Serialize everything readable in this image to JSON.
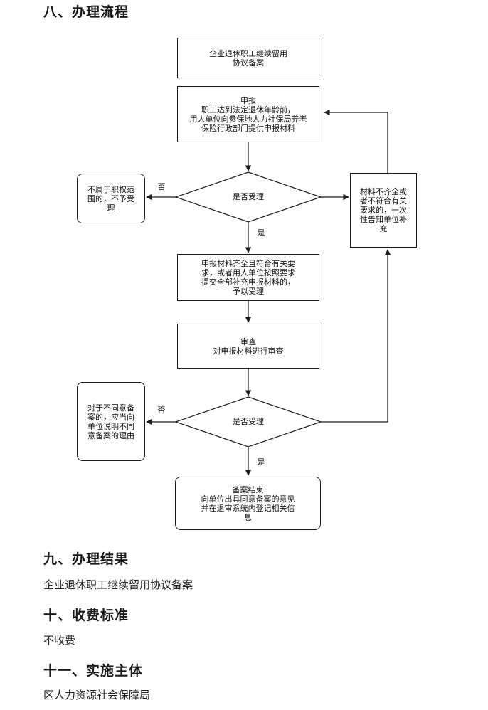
{
  "sections": {
    "s8_title": "八、办理流程",
    "s9_title": "九、办理结果",
    "s9_body": "企业退休职工继续留用协议备案",
    "s10_title": "十、收费标准",
    "s10_body": "不收费",
    "s11_title": "十一、实施主体",
    "s11_body": "区人力资源社会保障局"
  },
  "flow": {
    "start": [
      "企业退休职工继续留用",
      "协议备案"
    ],
    "apply": [
      "申报",
      "职工达到法定退休年龄前，",
      "用人单位向参保地人力社保局养老",
      "保险行政部门提供申报材料"
    ],
    "decision1": "是否受理",
    "reject1": [
      "不属于职权范",
      "围的，不予受",
      "理"
    ],
    "incomplete": [
      "材料不齐全或",
      "者不符合有关",
      "要求的，一次",
      "性告知单位补",
      "充"
    ],
    "accept": [
      "申报材料齐全且符合有关要",
      "求，或者用人单位按照要求",
      "提交全部补充申报材料的，",
      "予以受理"
    ],
    "review": [
      "审查",
      "对申报材料进行审查"
    ],
    "decision2": "是否受理",
    "reject2": [
      "对于不同意备",
      "案的，应当向",
      "单位说明不同",
      "意备案的理由"
    ],
    "end": [
      "备案结束",
      "向单位出具同意备案的意见",
      "并在退审系统内登记相关信",
      "息"
    ],
    "label_no": "否",
    "label_yes": "是"
  }
}
